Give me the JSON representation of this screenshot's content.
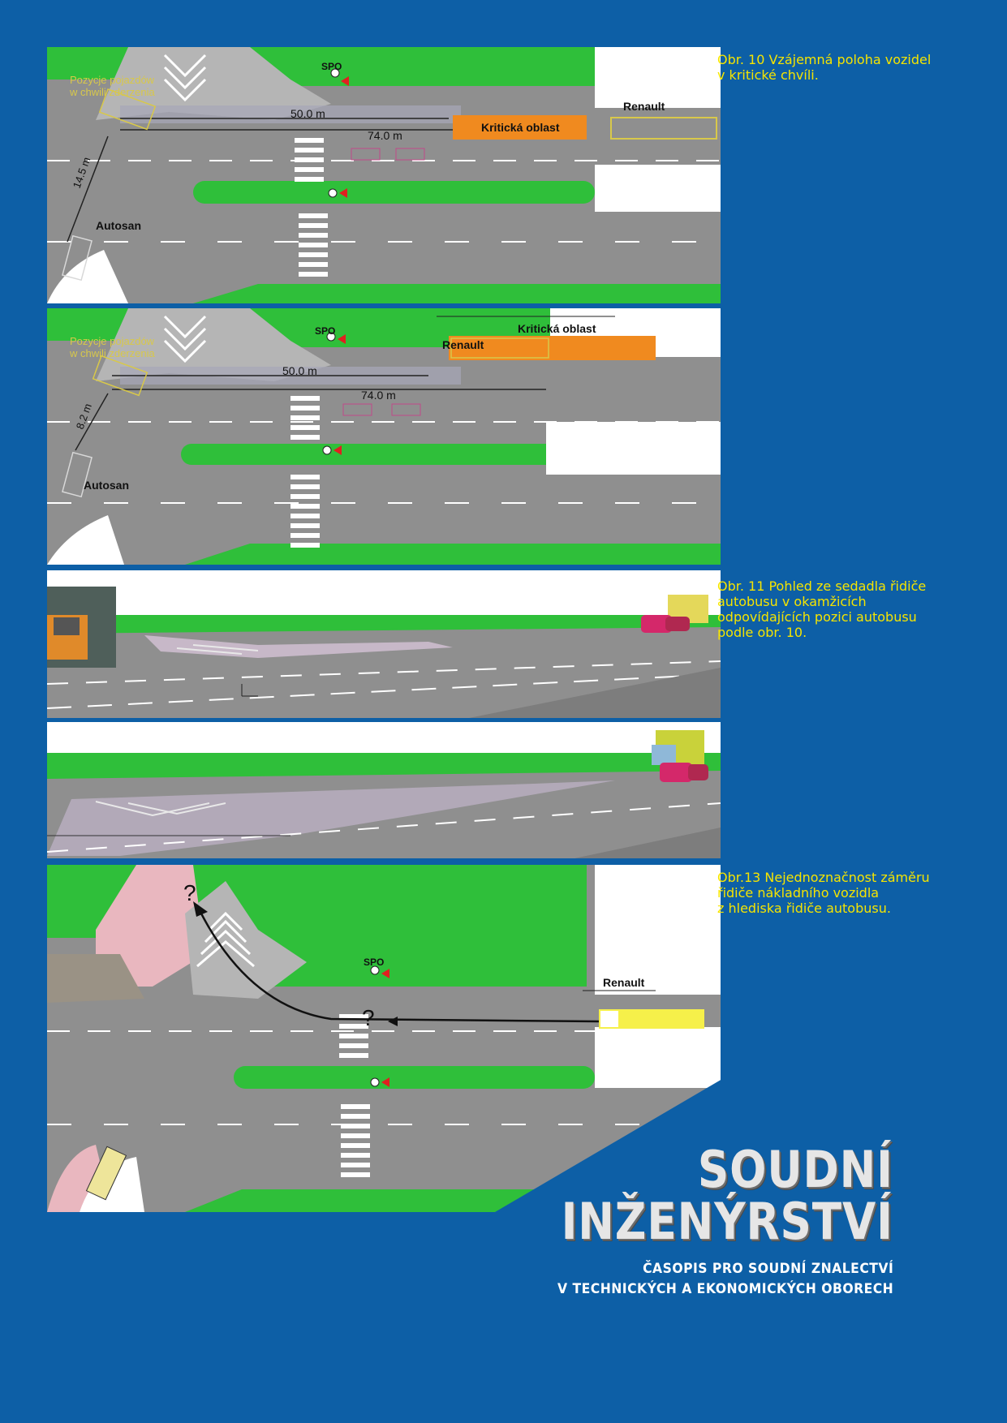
{
  "figure10": {
    "caption_lines": [
      "Obr. 10  Vzájemná poloha vozidel",
      "v kritické chvíli."
    ],
    "panel_a": {
      "pos_label_1": "Pozycje pojazdów",
      "pos_label_2": "w chwili zderzenia",
      "distance_50": "50.0 m",
      "distance_74": "74.0 m",
      "distance_side": "14.5 m",
      "critical_area": "Kritická oblast",
      "vehicle_renault": "Renault",
      "vehicle_autosan": "Autosan",
      "signal_label": "SPO"
    },
    "panel_b": {
      "pos_label_1": "Pozycje pojazdów",
      "pos_label_2": "w chwili zderzenia",
      "distance_50": "50.0 m",
      "distance_74": "74.0 m",
      "distance_side": "8.2 m",
      "critical_area": "Kritická oblast",
      "vehicle_renault": "Renault",
      "vehicle_autosan": "Autosan",
      "signal_label": "SPO"
    }
  },
  "figure11": {
    "caption_lines": [
      "Obr. 11  Pohled ze sedadla řidiče",
      "autobusu v okamžicích",
      "odpovídajících pozici autobusu",
      "podle obr. 10."
    ]
  },
  "figure13": {
    "caption_lines": [
      "Obr.13  Nejednoznačnost záměru",
      "řidiče nákladního vozidla",
      "z hlediska řidiče autobusu."
    ],
    "question_mark": "?",
    "vehicle_renault": "Renault",
    "signal_label": "SPO"
  },
  "brand": {
    "title_line1": "SOUDNÍ",
    "title_line2": "INŽENÝRSTVÍ",
    "subtitle_line1": "ČASOPIS PRO SOUDNÍ ZNALECTVÍ",
    "subtitle_line2": "V TECHNICKÝCH A EKONOMICKÝCH OBORECH"
  },
  "colors": {
    "background": "#0d5fa6",
    "caption": "#f5e400",
    "grass": "#2fbf3a",
    "road": "#8f8f8f",
    "critical": "#f08a1f"
  }
}
